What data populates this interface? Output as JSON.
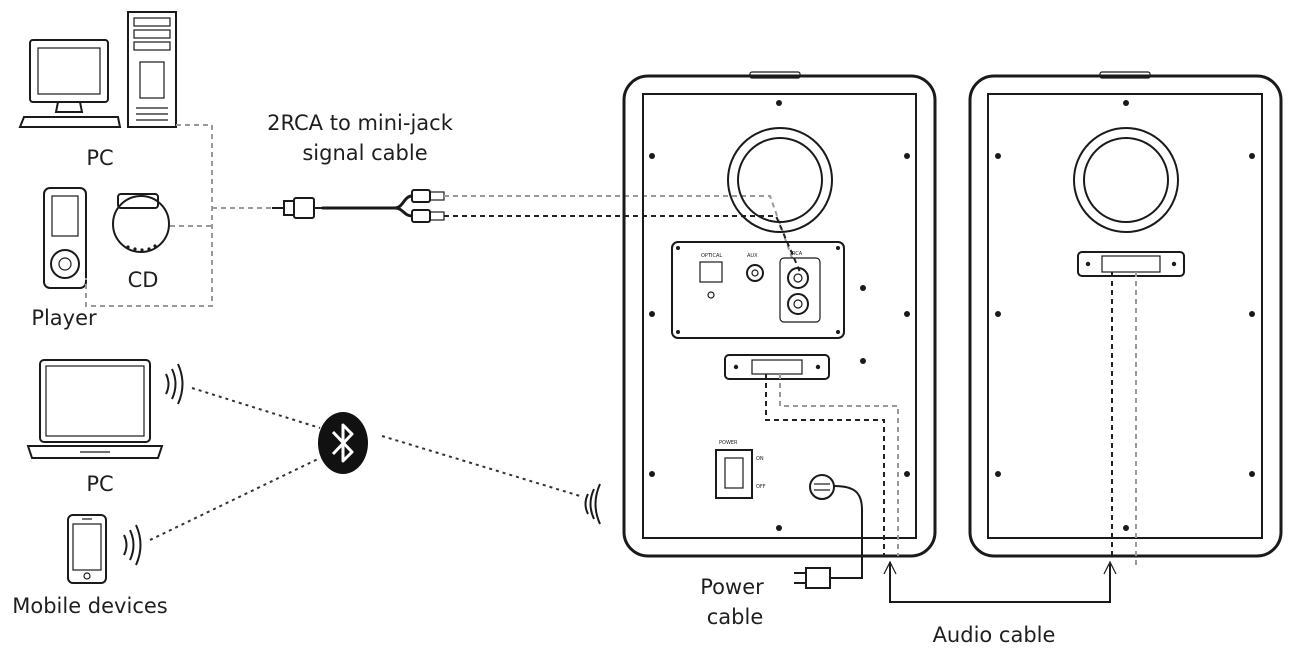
{
  "labels": {
    "pc_desktop": "PC",
    "cd": "CD",
    "player": "Player",
    "cable_line1": "2RCA to mini-jack",
    "cable_line2": "signal cable",
    "pc_laptop": "PC",
    "mobile": "Mobile devices",
    "power_line1": "Power",
    "power_line2": "cable",
    "audio_cable": "Audio cable"
  },
  "panel": {
    "optical": "OPTICAL",
    "aux": "AUX",
    "rca": "RCA",
    "power": "POWER",
    "on": "ON",
    "off": "OFF"
  },
  "colors": {
    "line": "#1a1a1a",
    "dashed_gray": "#9a9a9a",
    "bluetooth": "#111111"
  },
  "icons": {
    "bluetooth": "bluetooth-icon",
    "wireless": "wireless-signal-icon"
  }
}
